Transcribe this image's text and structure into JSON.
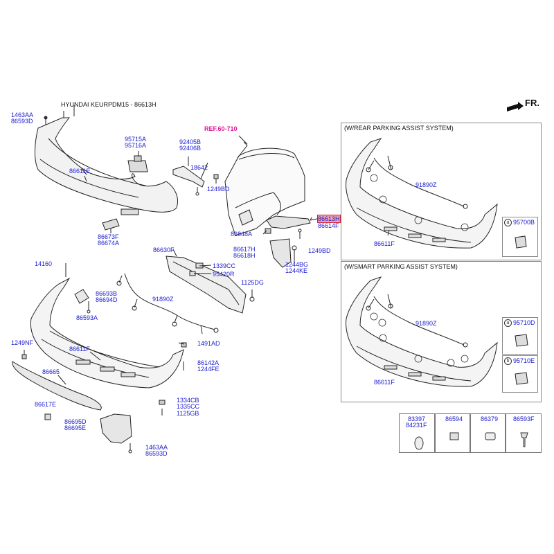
{
  "header": {
    "title": "HYUNDAI KEURPDM15 - 86613H"
  },
  "direction": "FR.",
  "ref_label": "REF.60-710",
  "highlight_part": "86613H",
  "main_labels": {
    "l1463AA_top": "1463AA",
    "l86593D_top": "86593D",
    "l86611E": "86611E",
    "l95715A": "95715A",
    "l95716A": "95716A",
    "l92405B": "92405B",
    "l92406B": "92406B",
    "l18642": "18642",
    "l1249BD_a": "1249BD",
    "l86673F": "86673F",
    "l86674A": "86674A",
    "l86613H": "86613H",
    "l86614F": "86614F",
    "l86848A": "86848A",
    "l1249BD_b": "1249BD",
    "l86617H": "86617H",
    "l86618H": "86618H",
    "l1244BG": "1244BG",
    "l1244KE": "1244KE",
    "l86630F": "86630F",
    "l1339CC": "1339CC",
    "l95420R": "95420R",
    "l1125DG": "1125DG",
    "l14160": "14160",
    "l86693B": "86693B",
    "l86694D": "86694D",
    "l91890Z": "91890Z",
    "l86593A": "86593A",
    "l1249NF": "1249NF",
    "l86611F": "86611F",
    "l1491AD": "1491AD",
    "l86142A": "86142A",
    "l1244FE": "1244FE",
    "l86665": "86665",
    "l86617E": "86617E",
    "l1334CB": "1334CB",
    "l1335CC": "1335CC",
    "l1125GB": "1125GB",
    "l86695D": "86695D",
    "l86695E": "86695E",
    "l1463AA_bot": "1463AA",
    "l86593D_bot": "86593D"
  },
  "panel_rear": {
    "title": "(W/REAR PARKING ASSIST SYSTEM)",
    "harness": "91890Z",
    "bumper": "86611F",
    "sensor_marker": "a",
    "sensor_part": "95700B"
  },
  "panel_smart": {
    "title": "(W/SMART PARKING ASSIST SYSTEM)",
    "harness": "91890Z",
    "bumper": "86611F",
    "sensor_a_marker": "a",
    "sensor_a_part": "95710D",
    "sensor_b_marker": "b",
    "sensor_b_part": "95710E"
  },
  "legend": [
    {
      "part": "83397",
      "part2": "84231F"
    },
    {
      "part": "86594",
      "part2": ""
    },
    {
      "part": "86379",
      "part2": ""
    },
    {
      "part": "86593F",
      "part2": ""
    }
  ]
}
